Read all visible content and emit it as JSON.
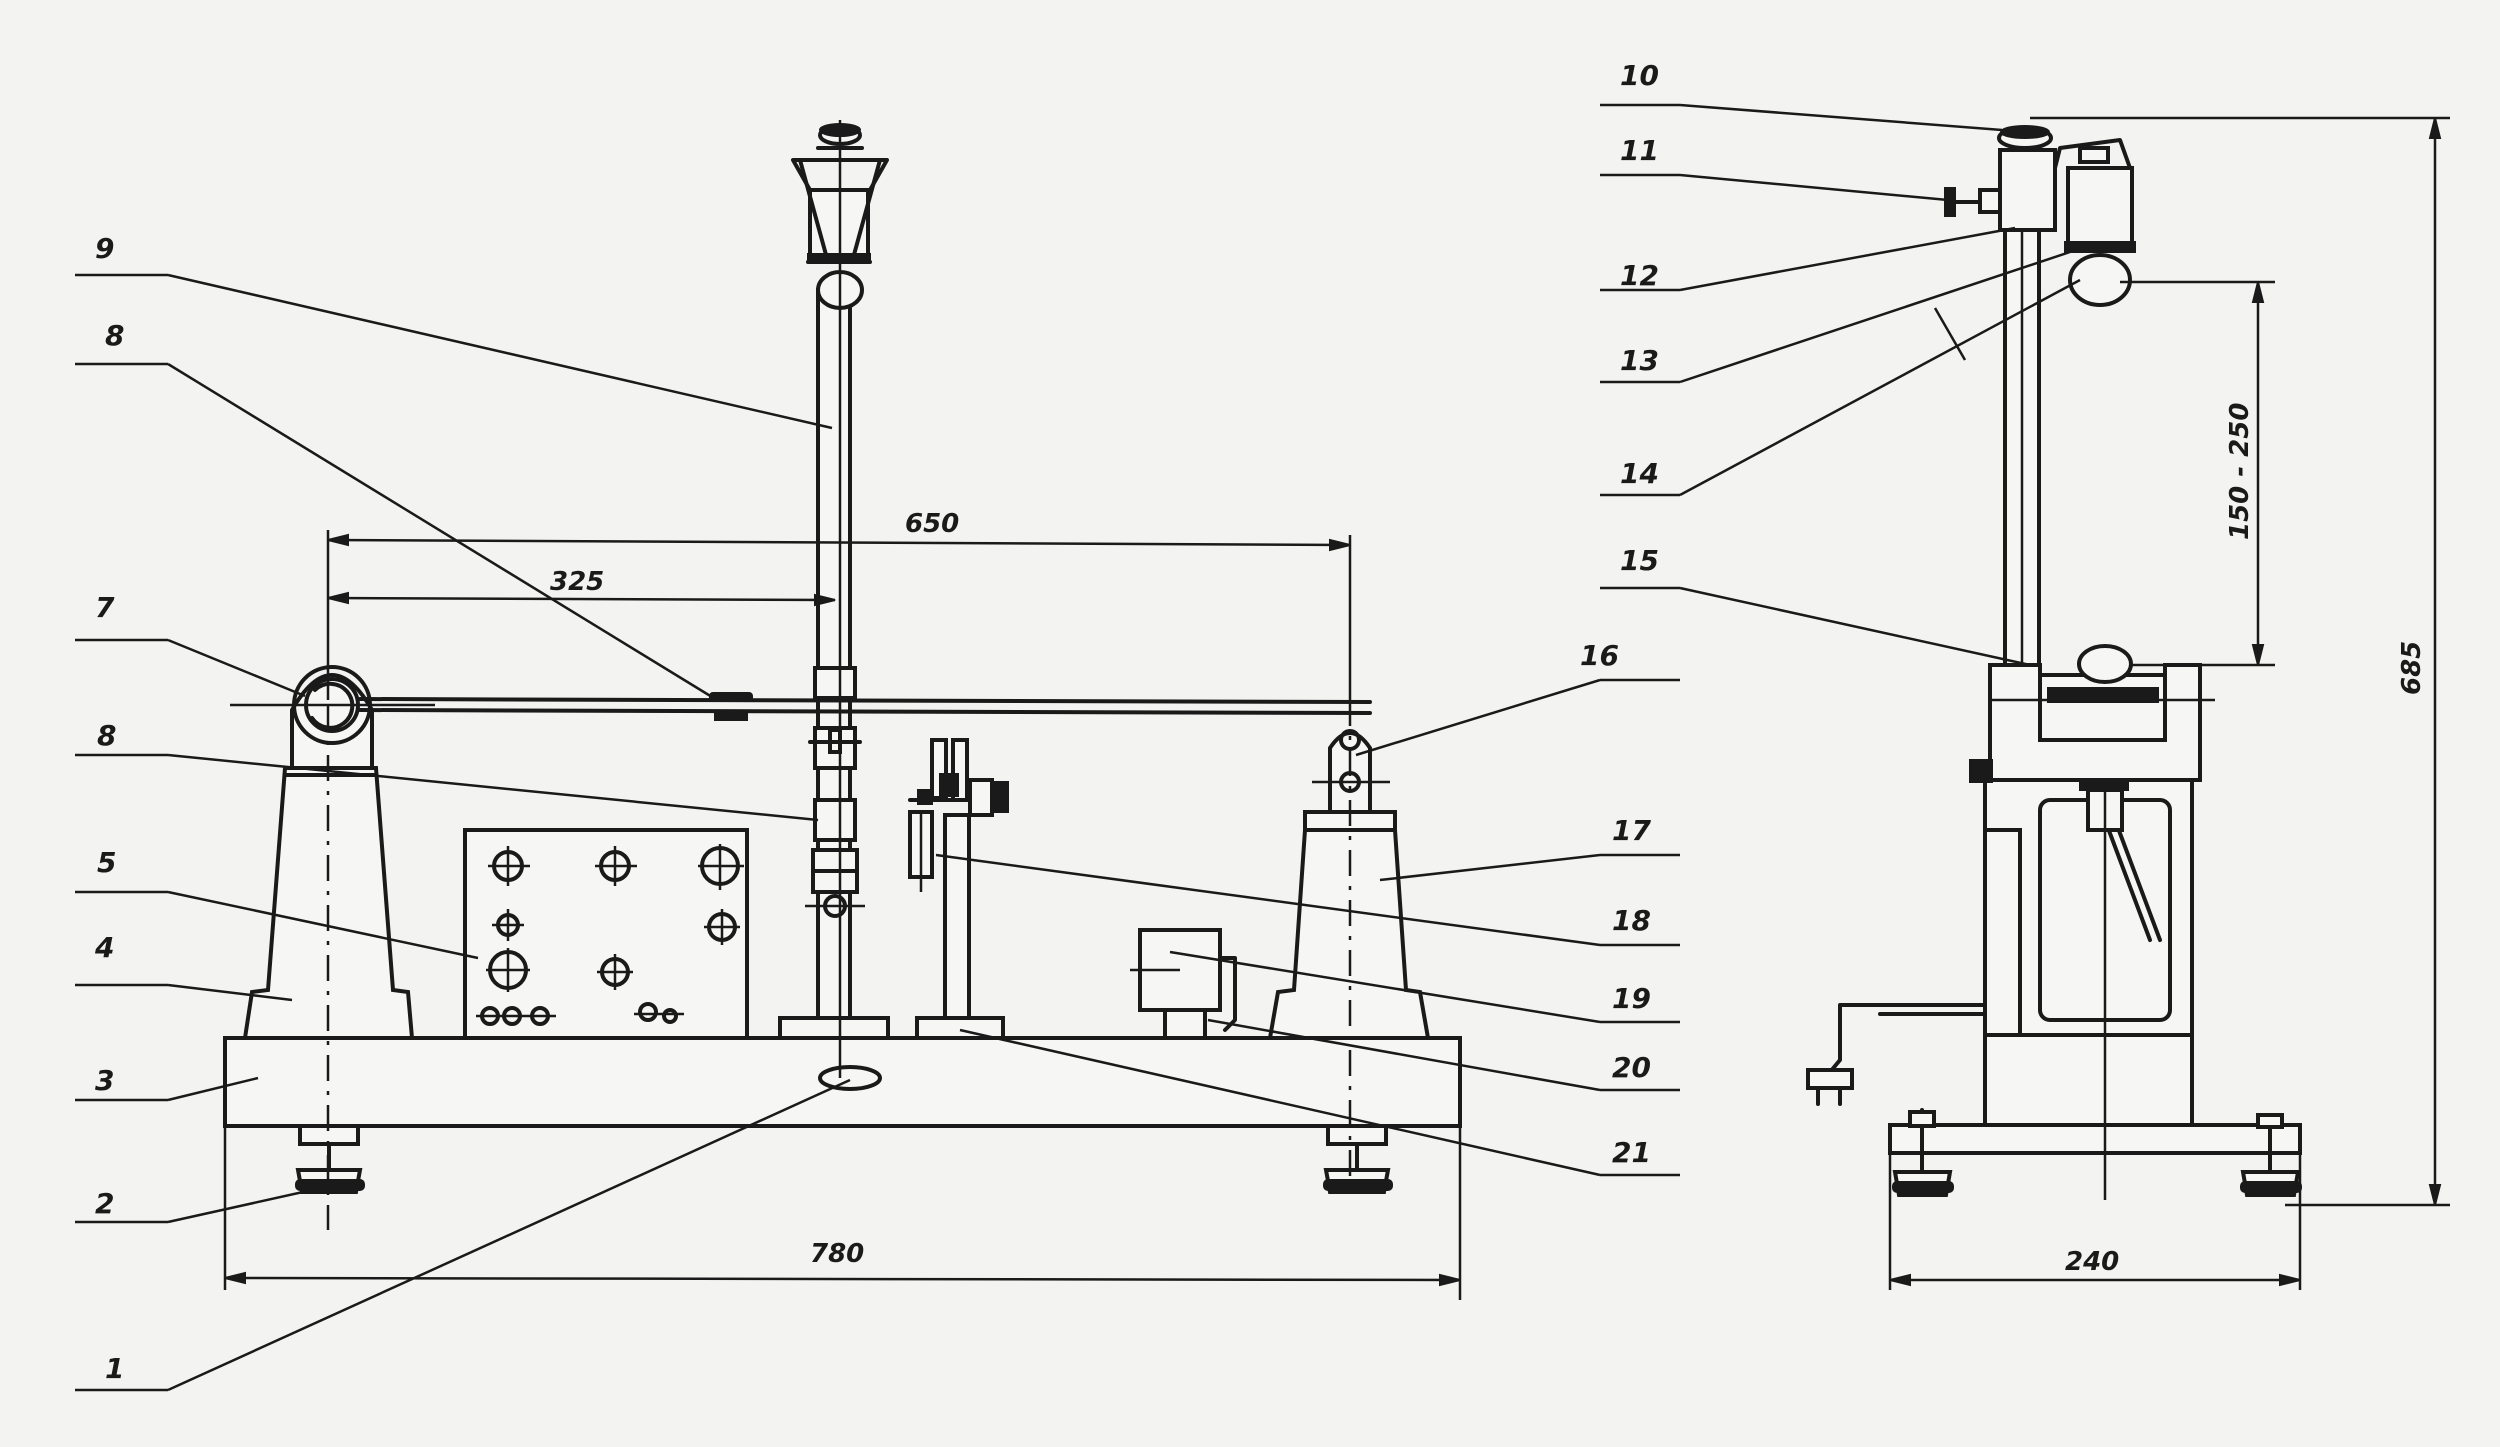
{
  "callouts": {
    "c1": "1",
    "c2": "2",
    "c3": "3",
    "c4": "4",
    "c5": "5",
    "c7": "7",
    "c8a": "8",
    "c8b": "8",
    "c9": "9",
    "c10": "10",
    "c11": "11",
    "c12": "12",
    "c13": "13",
    "c14": "14",
    "c15": "15",
    "c16": "16",
    "c17": "17",
    "c18": "18",
    "c19": "19",
    "c20": "20",
    "c21": "21"
  },
  "dimensions": {
    "d650": "650",
    "d325": "325",
    "d780": "780",
    "d240": "240",
    "d685": "685",
    "d150_250": "150 - 250"
  }
}
